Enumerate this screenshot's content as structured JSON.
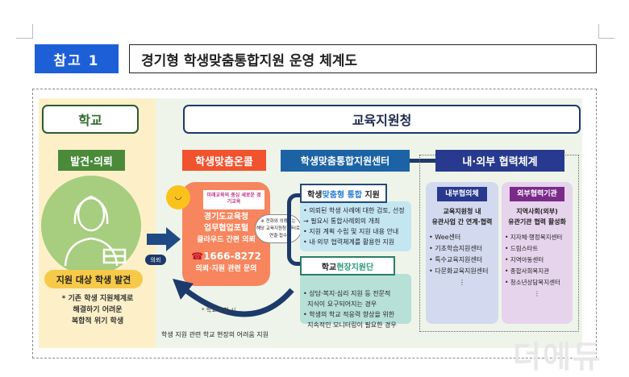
{
  "header": {
    "ref_label": "참고 1",
    "title": "경기형 학생맞춤통합지원 운영 체계도"
  },
  "school": {
    "title": "학교",
    "step": "발견·의뢰",
    "found": "지원 대상 학생 발견",
    "notes": [
      "* 기존 학생 지원체계로",
      "해결하기 어려운",
      "복합적 위기 학생"
    ]
  },
  "office": {
    "title": "교육지원청"
  },
  "oncall": {
    "title": "학생맞춤온콜",
    "logo_text": "미래교육의 중심 새로운 경기교육",
    "portal": "경기도교육청",
    "portal2": "업무협업포털",
    "cloud": "클라우드 간편 의뢰",
    "phone": "1666-8272",
    "inquiry": "의뢰·지원 관련 문의",
    "bubble": [
      "※ 전화와 의뢰서는",
      "해당 교육지원청 센터로",
      "연결·접수"
    ],
    "request_pill": "의뢰",
    "school_request": "* 학교 요청 시",
    "bottom_text": "학생 지원 관련 학교 현장의 어려움 지원"
  },
  "center": {
    "title": "학생맞춤통합지원센터",
    "sub1": {
      "pre": "학생 ",
      "hl": "맞춤형 통합",
      "post": " 지원",
      "items": [
        "• 의뢰된 학생 사례에 대한 검토, 선정",
        "→ 필요시 통합사례회의 개최",
        "• 지원 계획 수립 및 지원 내용 안내",
        "• 내·외부 협력체계를 활용한 지원"
      ]
    },
    "sub2": {
      "pre": "학교",
      "hl": "현장지원단",
      "items": [
        "• 상담·복지·심리 지원 등 전문적",
        "  지식이 요구되어지는 경우",
        "• 학생의 학교 적응력 향상을 위한",
        "  지속적인 모니터링이 필요한 경우"
      ]
    }
  },
  "coop": {
    "title": "내·외부 협력체계",
    "internal": {
      "title": "내부협의체",
      "desc": [
        "교육지원청 내",
        "유관사업 간 연계·협력"
      ],
      "items": [
        "• Wee센터",
        "• 기초학습지원센터",
        "• 특수교육지원센터",
        "• 다문화교육지원센터"
      ],
      "more": "⋮"
    },
    "external": {
      "title": "외부협력기관",
      "desc": [
        "지역사회(외부)",
        "유관기관 협력 활성화"
      ],
      "items": [
        "• 지자체·행정복지센터",
        "• 드림스타트",
        "• 지역아동센터",
        "• 종합사회복지관",
        "• 청소년상담복지센터"
      ],
      "more": "⋮"
    }
  },
  "watermark": "더에듀"
}
